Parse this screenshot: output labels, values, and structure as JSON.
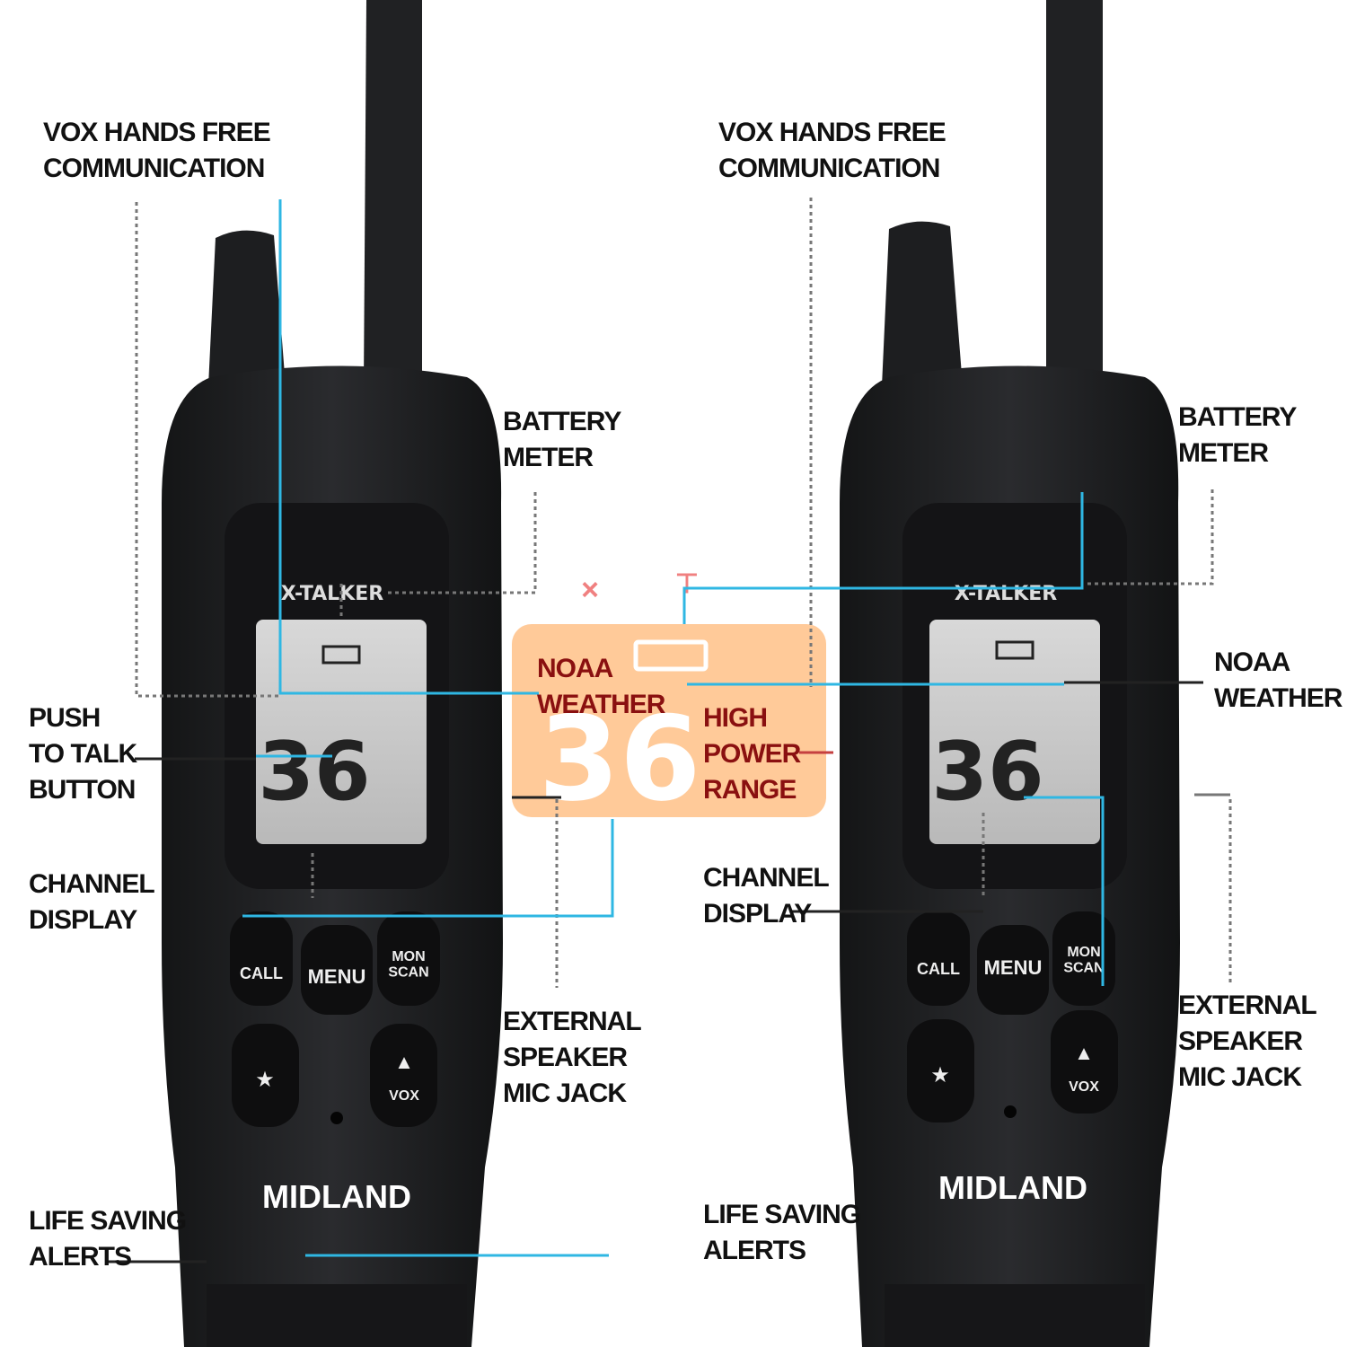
{
  "radios": {
    "brand": "MIDLAND",
    "screen_brand": "X-TALKER",
    "channel": "36",
    "buttons": {
      "call_label": "CALL",
      "menu_label": "MENU",
      "mon_scan_label": "MON\nSCAN",
      "vox_label": "VOX"
    }
  },
  "callouts": {
    "left": {
      "vox": "VOX HANDS FREE\nCOMMUNICATION",
      "battery": "BATTERY\nMETER",
      "ptt": "PUSH\nTO TALK\nBUTTON",
      "channel": "CHANNEL\nDISPLAY",
      "lanyard": "LIFE SAVING\nALERTS"
    },
    "center": {
      "noaa": "NOAA\nWEATHER",
      "high_power": "HIGH\nPOWER\nRANGE",
      "speaker": "EXTERNAL\nSPEAKER\nMIC JACK"
    },
    "right": {
      "vox": "VOX HANDS FREE\nCOMMUNICATION",
      "battery": "BATTERY\nMETER",
      "noaa": "NOAA\nWEATHER",
      "channel": "CHANNEL\nDISPLAY",
      "speaker": "EXTERNAL\nSPEAKER\nMIC JACK",
      "lanyard": "LIFE SAVING\nALERTS"
    }
  },
  "colors": {
    "leader_cyan": "#2fb7e3",
    "leader_gray": "#777777",
    "lcd_highlight": "#ffc690",
    "radio_body": "#1c1d1f",
    "label_red": "#8a1010"
  }
}
